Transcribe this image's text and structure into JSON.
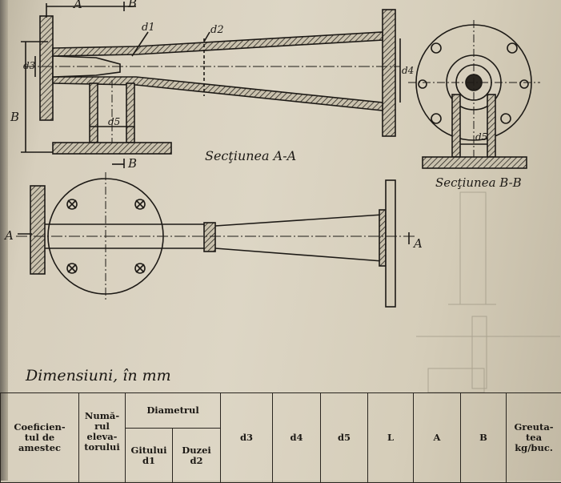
{
  "drawing": {
    "labels": {
      "dim_A": "A",
      "mark_B_top": "B",
      "mark_B_bottom": "B",
      "dim_B": "B",
      "dim_d1": "d1",
      "dim_d2": "d2",
      "dim_d3": "d3",
      "dim_d4": "d4",
      "dim_d5": "d5",
      "dim_d5_section": "d5",
      "mark_A_left": "A",
      "mark_A_right": "A",
      "section_AA": "Secţiunea A-A",
      "section_BB": "Secţiunea B-B"
    }
  },
  "section_title": "Dimensiuni, în mm",
  "table": {
    "headers": {
      "coefficient": "Coeficien-\ntul de\namestec",
      "number": "Numă-\nrul\nelevа-\ntorului",
      "diameter_group": "Diametrul",
      "gitului": "Gitului\nd1",
      "duzei": "Duzei\nd2",
      "d3": "d3",
      "d4": "d4",
      "d5": "d5",
      "L": "L",
      "A": "A",
      "B": "B",
      "weight": "Greuta-\ntea\nkg/buc."
    }
  }
}
